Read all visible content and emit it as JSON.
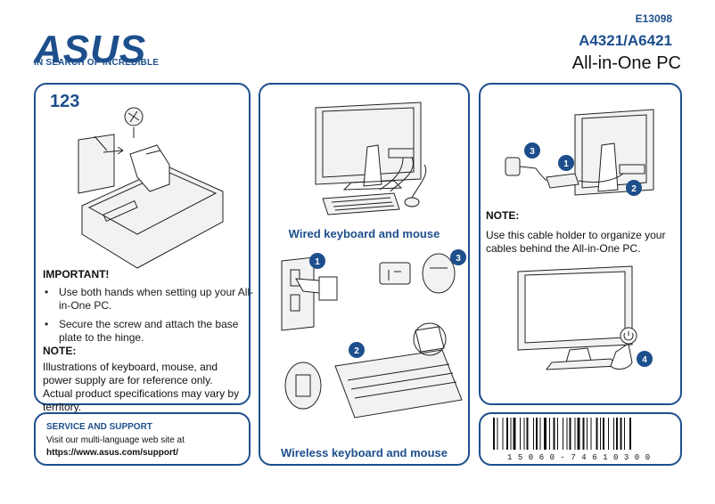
{
  "header": {
    "brand": "ASUS",
    "tagline": "IN SEARCH OF INCREDIBLE",
    "doc_code": "E13098",
    "model": "A4321/A6421",
    "product": "All-in-One PC"
  },
  "panel1": {
    "step_number": "123",
    "important_heading": "IMPORTANT!",
    "important_items": [
      "Use both hands when setting up your All-in-One PC.",
      "Secure the screw and attach the base plate to the hinge."
    ],
    "note_heading": "NOTE:",
    "note_text": "Illustrations of keyboard, mouse, and power supply are for reference only. Actual product specifications may vary by territory."
  },
  "support": {
    "heading": "SERVICE AND SUPPORT",
    "text": "Visit our multi-language web site at",
    "url": "https://www.asus.com/support/"
  },
  "panel2": {
    "wired_caption": "Wired keyboard and mouse",
    "wireless_caption": "Wireless keyboard and mouse",
    "badges": [
      "1",
      "2",
      "3"
    ]
  },
  "panel3": {
    "badges": [
      "1",
      "2",
      "3",
      "4"
    ],
    "note_heading": "NOTE:",
    "note_text": "Use this cable holder to organize your cables behind the All-in-One PC."
  },
  "barcode": {
    "number": "15060-74610300"
  },
  "colors": {
    "accent": "#1d4f8c"
  }
}
